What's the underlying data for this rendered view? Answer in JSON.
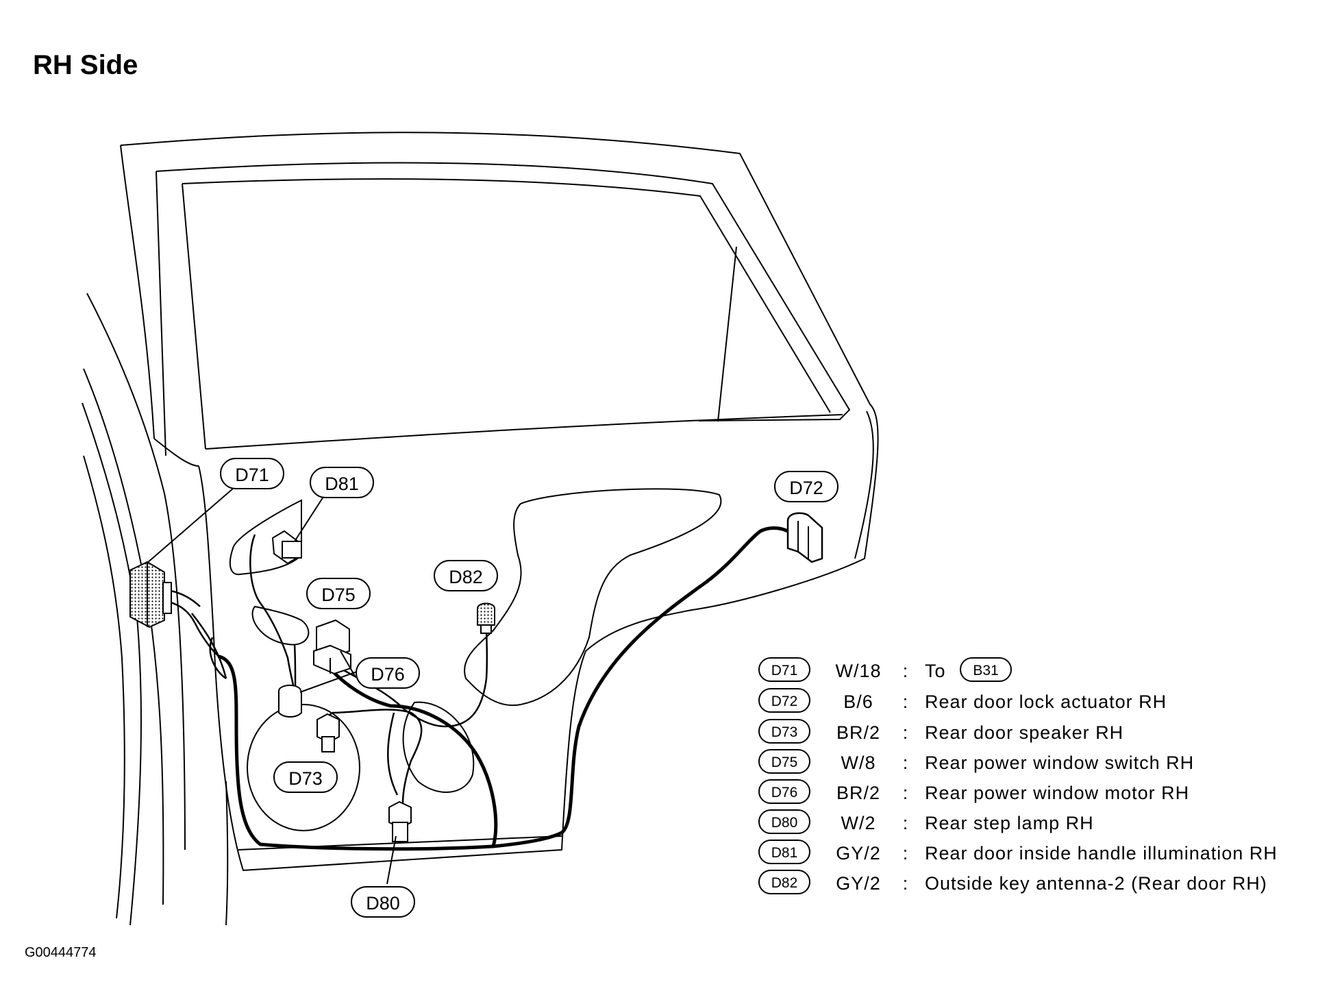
{
  "title": "RH Side",
  "figure_id": "G00444774",
  "callouts": {
    "d71": "D71",
    "d72": "D72",
    "d73": "D73",
    "d75": "D75",
    "d76": "D76",
    "d80": "D80",
    "d81": "D81",
    "d82": "D82"
  },
  "legend": [
    {
      "connector": "D71",
      "wire": "W/18",
      "sep": ":",
      "description": "To",
      "ref": "B31"
    },
    {
      "connector": "D72",
      "wire": "B/6",
      "sep": ":",
      "description": "Rear door lock actuator RH"
    },
    {
      "connector": "D73",
      "wire": "BR/2",
      "sep": ":",
      "description": "Rear door speaker RH"
    },
    {
      "connector": "D75",
      "wire": "W/8",
      "sep": ":",
      "description": "Rear power window switch RH"
    },
    {
      "connector": "D76",
      "wire": "BR/2",
      "sep": ":",
      "description": "Rear power window motor RH"
    },
    {
      "connector": "D80",
      "wire": "W/2",
      "sep": ":",
      "description": "Rear step lamp RH"
    },
    {
      "connector": "D81",
      "wire": "GY/2",
      "sep": ":",
      "description": "Rear door inside handle illumination RH"
    },
    {
      "connector": "D82",
      "wire": "GY/2",
      "sep": ":",
      "description": "Outside key antenna-2 (Rear door RH)"
    }
  ]
}
